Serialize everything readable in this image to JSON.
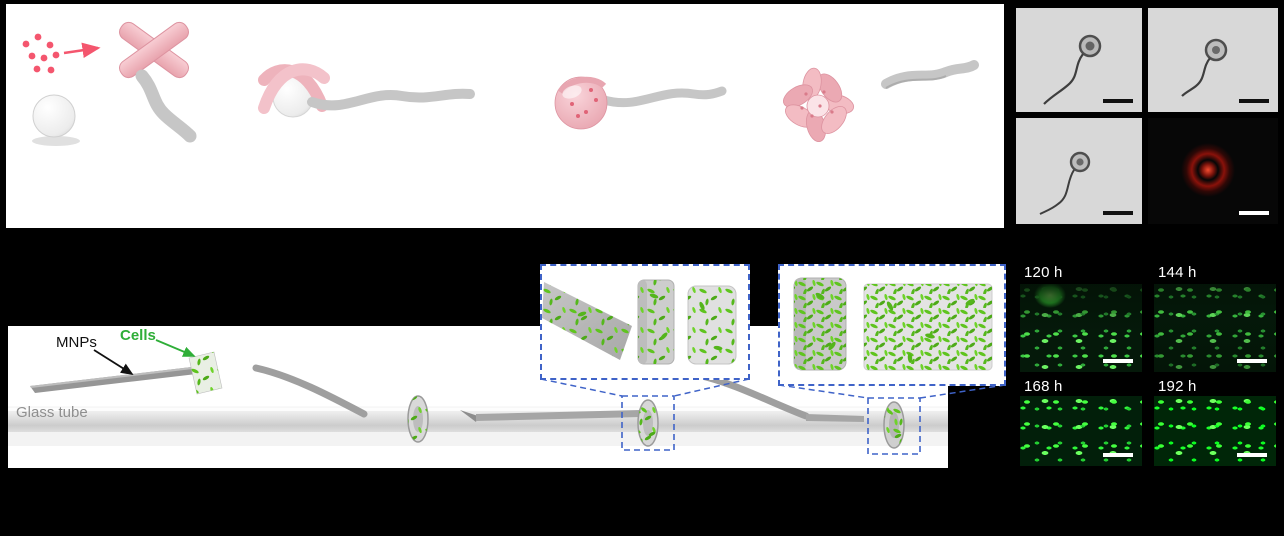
{
  "figure": {
    "colors": {
      "background": "#000000",
      "panel": "#ffffff",
      "inset_dashed_blue": "#3f63c8",
      "cell_green": "#5fc41f",
      "cells_label_green": "#2fae38",
      "ribbon_pink": "#f2b8c0",
      "mnp_dot_pink": "#f4566e",
      "ribbon_gray": "#c6c6c6",
      "glass_tube_gray": "#8f8f8f",
      "fluorescence_green": "#3fd94a",
      "fluorescence_red": "#e8190f"
    }
  },
  "assembly_sequence": {
    "stages": [
      {
        "icon": "mnp-dots-arrow-crossed-pink-ribbons-and-microsphere-illustration"
      },
      {
        "icon": "pink-ribbons-draped-over-microsphere-with-gray-tail-illustration"
      },
      {
        "icon": "ribbon-wrapping-microsphere-with-gray-tail-illustration"
      },
      {
        "icon": "fully-wrapped-flower-like-microsphere-illustration"
      },
      {
        "icon": "released-flat-gray-ribbon-illustration"
      }
    ]
  },
  "micrograph_grid": {
    "tiles": [
      {
        "icon": "brightfield-wrapped-sphere-with-tail-micrograph"
      },
      {
        "icon": "brightfield-wrapped-sphere-with-tail-micrograph"
      },
      {
        "icon": "brightfield-wrapped-sphere-with-tail-micrograph"
      },
      {
        "icon": "red-fluorescence-wrapped-sphere-micrograph"
      }
    ]
  },
  "tube_scene": {
    "labels": {
      "mnps": "MNPs",
      "cells": "Cells",
      "glass_tube": "Glass tube"
    }
  },
  "fluorescence_timelapse": {
    "timepoints": [
      {
        "label": "120 h"
      },
      {
        "label": "144 h"
      },
      {
        "label": "168 h"
      },
      {
        "label": "192 h"
      }
    ]
  }
}
